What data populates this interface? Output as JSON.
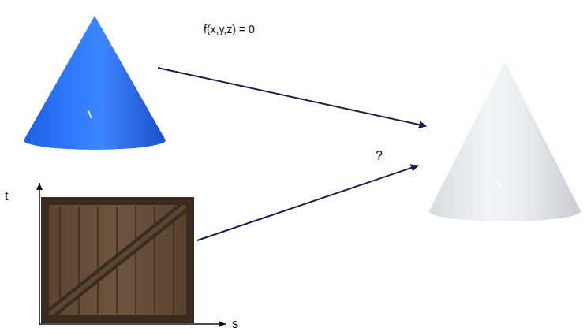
{
  "diagram": {
    "labels": [
      "f(x,y,z) = 0",
      "?",
      "t",
      "s"
    ]
  }
}
